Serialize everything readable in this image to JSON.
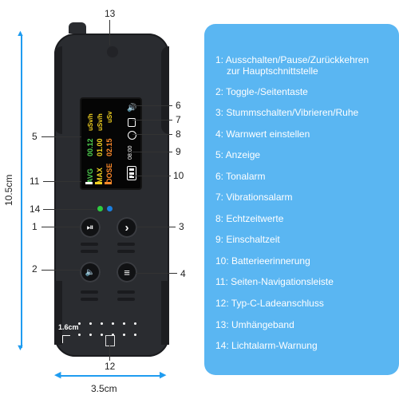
{
  "labels": {
    "n1": "1",
    "n2": "2",
    "n3": "3",
    "n4": "4",
    "n5": "5",
    "n6": "6",
    "n7": "7",
    "n8": "8",
    "n9": "9",
    "n10": "10",
    "n11": "11",
    "n12": "12",
    "n13": "13",
    "n14": "14"
  },
  "dimensions": {
    "height": "10.5cm",
    "width": "3.5cm",
    "port": "1.6cm"
  },
  "screen": {
    "rows": [
      {
        "label": "AVG",
        "value": "00.12",
        "color": "#4fd14f"
      },
      {
        "label": "MAX",
        "value": "01.00",
        "color": "#f0d020"
      },
      {
        "label": "DOSE",
        "value": "02.15",
        "color": "#ff8a2a"
      }
    ],
    "units": [
      "uSv/h",
      "uSv/h",
      "uSv"
    ],
    "timer": "08:00",
    "unit_color": "#f0d020",
    "nav_colors": [
      "#ffffff",
      "#f0d020",
      "#ff8a2a"
    ]
  },
  "leds": {
    "left": "#2ecc40",
    "right": "#1a7fe0"
  },
  "buttons": {
    "power": "power-pause-icon",
    "toggle": "chevron-right-icon",
    "mute": "speaker-vibrate-icon",
    "menu": "menu-icon"
  },
  "panel": {
    "bg": "#5ab6f2",
    "items": [
      "1: Ausschalten/Pause/Zurückkehren",
      "zur Hauptschnittstelle",
      "2: Toggle-/Seitentaste",
      "3: Stummschalten/Vibrieren/Ruhe",
      "4: Warnwert einstellen",
      "5: Anzeige",
      "6: Tonalarm",
      "7: Vibrationsalarm",
      "8: Echtzeitwerte",
      "9: Einschaltzeit",
      "10: Batterieerinnerung",
      "11: Seiten-Navigationsleiste",
      "12: Typ-C-Ladeanschluss",
      "13: Umhängeband",
      "14: Lichtalarm-Warnung"
    ]
  }
}
